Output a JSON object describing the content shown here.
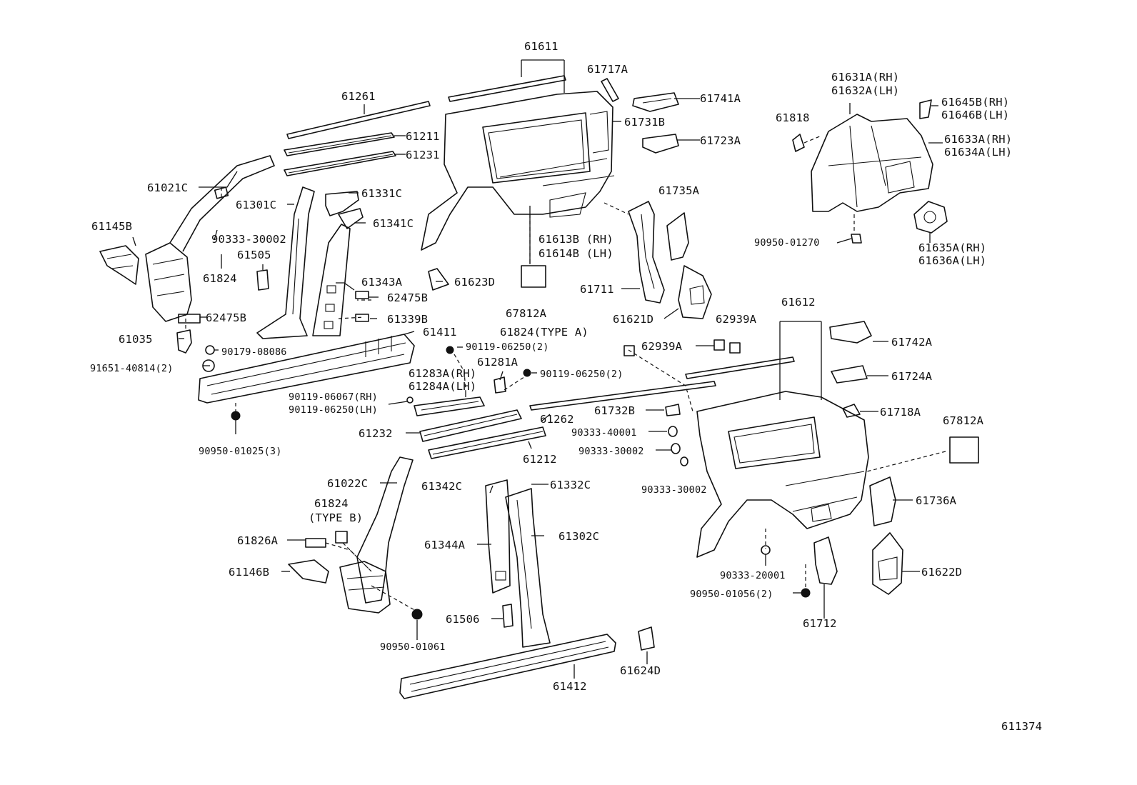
{
  "diagram_id": "611374",
  "callouts": {
    "c61611": "61611",
    "c61717A": "61717A",
    "c61741A": "61741A",
    "c61261": "61261",
    "c61731B": "61731B",
    "c61211": "61211",
    "c61723A": "61723A",
    "c61231": "61231",
    "c61021C": "61021C",
    "c61301C": "61301C",
    "c61331C": "61331C",
    "c61735A": "61735A",
    "c61145B": "61145B",
    "c61341C": "61341C",
    "c90333_30002_a": "90333-30002",
    "c61505": "61505",
    "c61613B": "61613B (RH)",
    "c61614B": "61614B (LH)",
    "c61824_a": "61824",
    "c61343A": "61343A",
    "c61623D": "61623D",
    "c62475B_a": "62475B",
    "c61711": "61711",
    "c62475B_b": "62475B",
    "c61339B": "61339B",
    "c67812A_a": "67812A",
    "c61621D": "61621D",
    "c62939A_a": "62939A",
    "c61411": "61411",
    "c61824_typeA": "61824(TYPE  A)",
    "c61035": "61035",
    "c90179_08086": "90179-08086",
    "c90119_06250_2a": "90119-06250(2)",
    "c62939A_b": "62939A",
    "c91651_40814": "91651-40814(2)",
    "c61281A": "61281A",
    "c90119_06250_2b": "90119-06250(2)",
    "c61283A": "61283A(RH)",
    "c61284A": "61284A(LH)",
    "c90119_06067": "90119-06067(RH)",
    "c90119_06250_lh": "90119-06250(LH)",
    "c61262": "61262",
    "c61732B": "61732B",
    "c61232": "61232",
    "c90333_40001": "90333-40001",
    "c61212": "61212",
    "c90333_30002_b": "90333-30002",
    "c90950_01025": "90950-01025(3)",
    "c61022C": "61022C",
    "c61342C": "61342C",
    "c61332C": "61332C",
    "c90333_30002_c": "90333-30002",
    "c61824_b": "61824",
    "c61824_typeB": "(TYPE B)",
    "c61302C": "61302C",
    "c61826A": "61826A",
    "c61344A": "61344A",
    "c61146B": "61146B",
    "c90333_20001": "90333-20001",
    "c90950_01056": "90950-01056(2)",
    "c61506": "61506",
    "c90950_01061": "90950-01061",
    "c61712": "61712",
    "c61624D": "61624D",
    "c61412": "61412",
    "c61612": "61612",
    "c61742A": "61742A",
    "c61724A": "61724A",
    "c61718A": "61718A",
    "c67812A_b": "67812A",
    "c61736A": "61736A",
    "c61622D": "61622D",
    "c61631A": "61631A(RH)",
    "c61632A": "61632A(LH)",
    "c61645B": "61645B(RH)",
    "c61646B": "61646B(LH)",
    "c61818": "61818",
    "c61633A": "61633A(RH)",
    "c61634A": "61634A(LH)",
    "c90950_01270": "90950-01270",
    "c61635A": "61635A(RH)",
    "c61636A": "61636A(LH)"
  }
}
